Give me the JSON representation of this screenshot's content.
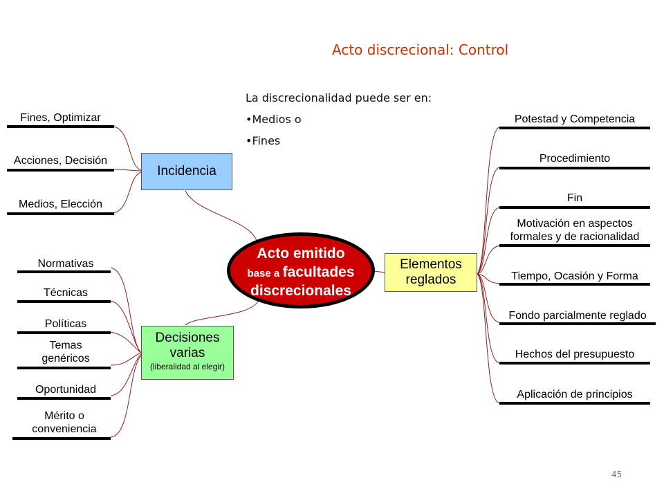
{
  "title": "Acto discrecional: Control",
  "note": {
    "heading": "La discrecionalidad puede ser en:",
    "bullets": [
      "•Medios o",
      "•Fines"
    ]
  },
  "center": {
    "line1": "Acto emitido",
    "line2_small": "base a",
    "line2_big": "facultades",
    "line3": "discrecionales"
  },
  "incidencia": {
    "label": "Incidencia",
    "leaves": [
      "Fines, Optimizar",
      "Acciones, Decisión",
      "Medios, Elección"
    ]
  },
  "decisiones": {
    "label_line1": "Decisiones",
    "label_line2": "varias",
    "sub": "(liberalidad al elegir)",
    "leaves": [
      "Normativas",
      "Técnicas",
      "Políticas",
      "Temas\ngenéricos",
      "Oportunidad",
      "Mérito o\nconveniencia"
    ]
  },
  "elementos": {
    "label_line1": "Elementos",
    "label_line2": "reglados",
    "leaves": [
      "Potestad y Competencia",
      "Procedimiento",
      "Fin",
      "Motivación en aspectos\nformales y de racionalidad",
      "Tiempo, Ocasión y Forma",
      "Fondo parcialmente reglado",
      "Hechos del presupuesto",
      "Aplicación de principios"
    ]
  },
  "colors": {
    "title": "#cc3300",
    "incidencia_box": "#99ccff",
    "decisiones_box": "#99ff99",
    "elementos_box": "#ffff99",
    "center_fill": "#cc0000",
    "connector": "#8b2020"
  },
  "page_number": "45"
}
